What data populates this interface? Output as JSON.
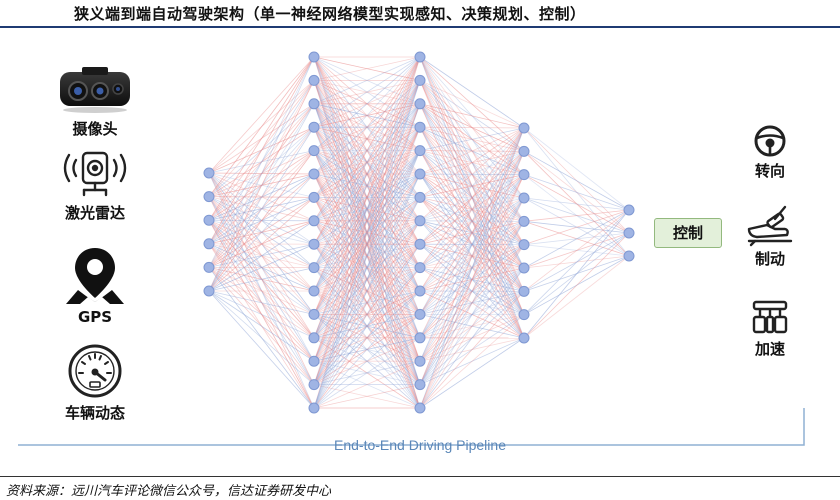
{
  "header": {
    "title": "狭义端到端自动驾驶架构（单一神经网络模型实现感知、决策规划、控制）"
  },
  "inputs": [
    {
      "label": "摄像头",
      "icon": "camera-icon"
    },
    {
      "label": "激光雷达",
      "icon": "lidar-icon"
    },
    {
      "label": "GPS",
      "icon": "gps-pin-icon"
    },
    {
      "label": "车辆动态",
      "icon": "speedometer-icon"
    }
  ],
  "network": {
    "layers": [
      6,
      16,
      16,
      10,
      3
    ],
    "colors": {
      "node": "#9fb4e4",
      "node_stroke": "#7f98d2",
      "edge_red": "#e98a8a",
      "edge_blue": "#8ea4d6"
    }
  },
  "control_box": {
    "label": "控制",
    "fill": "#e3f0da",
    "border": "#93b97e"
  },
  "outputs": [
    {
      "label": "转向",
      "icon": "steering-wheel-icon"
    },
    {
      "label": "制动",
      "icon": "brake-pedal-icon"
    },
    {
      "label": "加速",
      "icon": "accelerator-pedal-icon"
    }
  ],
  "pipeline": {
    "label": "End-to-End Driving Pipeline",
    "color": "#5b87b8"
  },
  "footer": {
    "source": "资料来源：远川汽车评论微信公众号，信达证券研发中心"
  }
}
